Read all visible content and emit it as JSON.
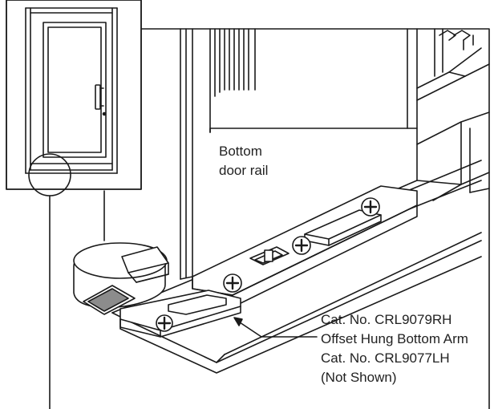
{
  "labels": {
    "bottom_rail": [
      "Bottom",
      "door rail"
    ],
    "catalog": [
      "Cat. No. CRL9079RH",
      "Offset Hung Bottom Arm",
      "Cat. No. CRL9077LH",
      "(Not Shown)"
    ]
  },
  "colors": {
    "line": "#1a1a1a",
    "pocket_shade": "#8c8c8c",
    "background": "#ffffff"
  }
}
